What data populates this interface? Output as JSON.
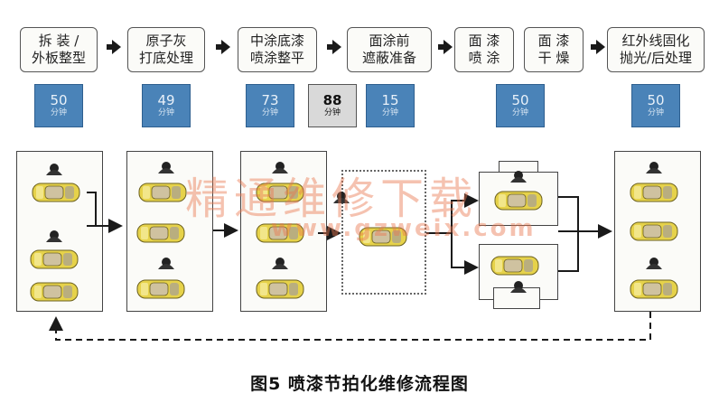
{
  "steps": [
    {
      "line1": "拆 装 /",
      "line2": "外板整型"
    },
    {
      "line1": "原子灰",
      "line2": "打底处理"
    },
    {
      "line1": "中涂底漆",
      "line2": "喷涂整平"
    },
    {
      "line1": "面涂前",
      "line2": "遮蔽准备"
    },
    {
      "line1": "面  漆",
      "line2": "喷  涂"
    },
    {
      "line1": "面  漆",
      "line2": "干  燥"
    },
    {
      "line1": "红外线固化",
      "line2": "抛光/后处理"
    }
  ],
  "times": [
    {
      "value": "50",
      "unit": "分钟"
    },
    {
      "value": "49",
      "unit": "分钟"
    },
    {
      "value": "73",
      "unit": "分钟"
    },
    {
      "value": "88",
      "unit": "分钟"
    },
    {
      "value": "15",
      "unit": "分钟"
    },
    {
      "value": "50",
      "unit": "分钟"
    },
    {
      "value": "50",
      "unit": "分钟"
    }
  ],
  "watermark": {
    "text": "精通维修下载",
    "url": "www.gzweix.com"
  },
  "caption": "图5  喷漆节拍化维修流程图",
  "colors": {
    "time_box": "#4a83b8",
    "car_body": "#e6d24a",
    "watermark": "#e87850"
  }
}
